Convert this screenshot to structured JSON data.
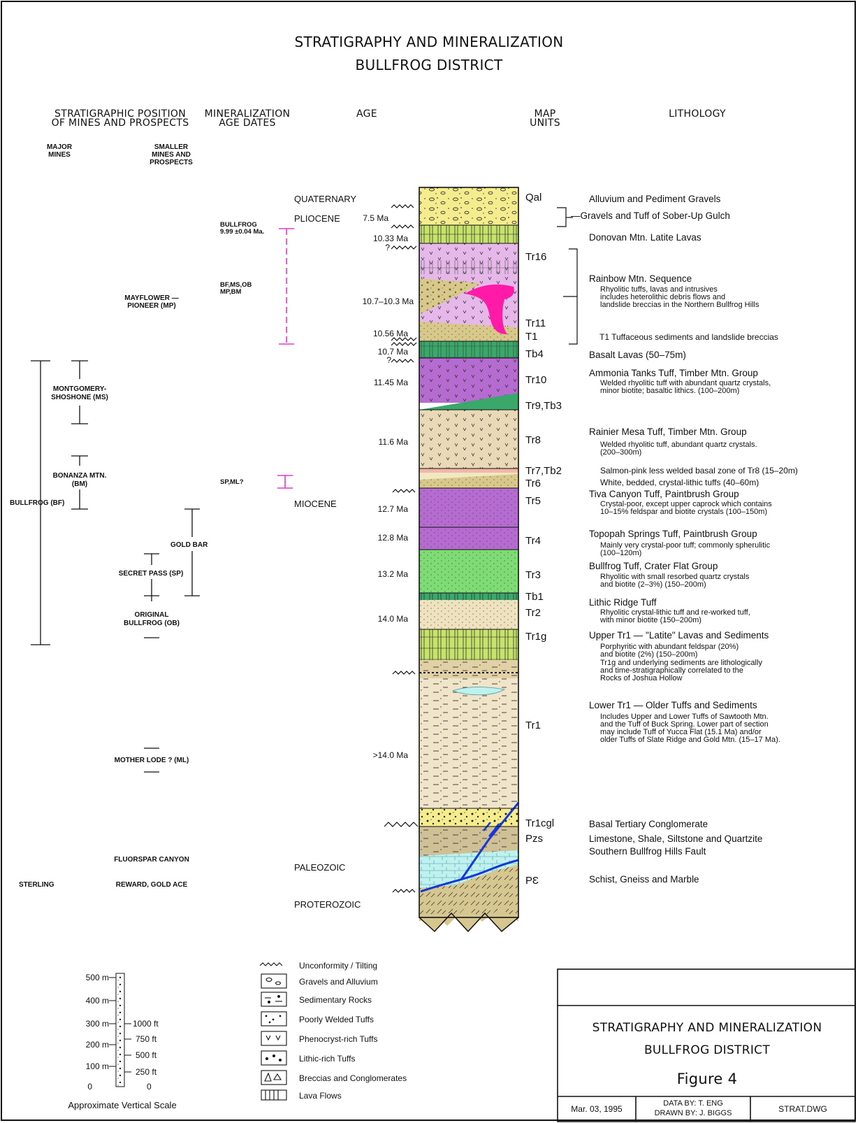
{
  "title": {
    "line1": "STRATIGRAPHY AND MINERALIZATION",
    "line2": "BULLFROG DISTRICT"
  },
  "headers": {
    "strat_position": [
      "STRATIGRAPHIC POSITION",
      "OF MINES AND PROSPECTS"
    ],
    "mineralization": [
      "MINERALIZATION",
      "AGE DATES"
    ],
    "age": "AGE",
    "map_units": [
      "MAP",
      "UNITS"
    ],
    "lithology": "LITHOLOGY",
    "major_mines": [
      "MAJOR",
      "MINES"
    ],
    "smaller_mines": [
      "SMALLER",
      "MINES AND",
      "PROSPECTS"
    ]
  },
  "major_mines": {
    "montgomery": [
      "MONTGOMERY-",
      "SHOSHONE (MS)"
    ],
    "bonanza": [
      "BONANZA MTN.",
      "(BM)"
    ],
    "bullfrog": "BULLFROG (BF)",
    "sterling": "STERLING"
  },
  "smaller_mines": {
    "mayflower": [
      "MAYFLOWER —",
      "PIONEER (MP)"
    ],
    "gold_bar": "GOLD BAR",
    "secret_pass": "SECRET PASS (SP)",
    "original": [
      "ORIGINAL",
      "BULLFROG (OB)"
    ],
    "mother_lode": "MOTHER LODE ? (ML)",
    "fluorspar": "FLUORSPAR CANYON",
    "reward": "REWARD, GOLD ACE"
  },
  "mineralization": {
    "bullfrog_date": [
      "BULLFROG",
      "9.99 ±0.04 Ma."
    ],
    "bf_group": [
      "BF,MS,OB",
      "MP,BM"
    ],
    "sp_ml": "SP,ML?"
  },
  "eras": {
    "quaternary": "QUATERNARY",
    "pliocene": "PLIOCENE",
    "miocene": "MIOCENE",
    "paleozoic": "PALEOZOIC",
    "proterozoic": "PROTEROZOIC"
  },
  "ages": {
    "a75": "7.5 Ma",
    "a1033": "10.33 Ma",
    "q1": "?",
    "a107103": "10.7–10.3 Ma",
    "a1056": "10.56 Ma",
    "a107": "10.7 Ma",
    "q2": "?",
    "a1145": "11.45 Ma",
    "a116": "11.6 Ma",
    "a127": "12.7 Ma",
    "a128": "12.8 Ma",
    "a132": "13.2 Ma",
    "a140": "14.0 Ma",
    "a140g": ">14.0 Ma"
  },
  "units": {
    "qal": "Qal",
    "tr16": "Tr16",
    "tr11": "Tr11",
    "t1": "T1",
    "tb4": "Tb4",
    "tr10": "Tr10",
    "tr9": "Tr9,Tb3",
    "tr8": "Tr8",
    "tr7": "Tr7,Tb2",
    "tr6": "Tr6",
    "tr5": "Tr5",
    "tr4": "Tr4",
    "tr3": "Tr3",
    "tb1": "Tb1",
    "tr2": "Tr2",
    "tr1g": "Tr1g",
    "tr1": "Tr1",
    "tr1cgl": "Tr1cgl",
    "pzs": "Pzs",
    "pe": "PƐ"
  },
  "lithology": {
    "alluvium": "Alluvium and Pediment Gravels",
    "gravels": "—Gravels and Tuff of Sober-Up Gulch",
    "donovan": "Donovan Mtn. Latite Lavas",
    "rainbow": "Rainbow Mtn. Sequence",
    "rainbow_sub": [
      "Rhyolitic tuffs, lavas and intrusives",
      "includes heterolithic debris flows and",
      "landslide breccias in the Northern Bullfrog Hills"
    ],
    "t1": "T1 Tuffaceous sediments and landslide breccias",
    "basalt": "Basalt Lavas (50–75m)",
    "ammonia": "Ammonia Tanks Tuff, Timber Mtn. Group",
    "ammonia_sub": [
      "Welded rhyolitic tuff with abundant quartz crystals,",
      "minor biotite; basaltic lithics. (100–200m)"
    ],
    "rainier": "Rainier Mesa Tuff, Timber Mtn. Group",
    "rainier_sub": [
      "Welded rhyolitic tuff, abundant quartz crystals.",
      "(200–300m)"
    ],
    "salmon": "Salmon-pink less welded basal zone of Tr8 (15–20m)",
    "white": "White, bedded, crystal-lithic tuffs (40–60m)",
    "tiva": "Tiva Canyon Tuff, Paintbrush Group",
    "tiva_sub": [
      "Crystal-poor, except upper caprock which contains",
      "10–15% feldspar and biotite crystals (100–150m)"
    ],
    "topopah": "Topopah Springs Tuff, Paintbrush Group",
    "topopah_sub": [
      "Mainly very crystal-poor tuff; commonly spherulitic",
      "(100–120m)"
    ],
    "bullfrog": "Bullfrog Tuff, Crater Flat Group",
    "bullfrog_sub": [
      "Rhyolitic with small resorbed quartz crystals",
      "and biotite (2–3%) (150–200m)"
    ],
    "lithic": "Lithic Ridge Tuff",
    "lithic_sub": [
      "Rhyolitic crystal-lithic tuff and re-worked tuff,",
      "with minor biotite (150–200m)"
    ],
    "upper": "Upper Tr1 — \"Latite\" Lavas and Sediments",
    "upper_sub": [
      "Porphyritic with abundant feldspar (20%)",
      "and biotite (2%) (150–200m)",
      "Tr1g and underlying sediments are lithologically",
      "and time-stratigraphically correlated to the",
      "Rocks of Joshua Hollow"
    ],
    "lower": "Lower Tr1 — Older Tuffs and Sediments",
    "lower_sub": [
      "Includes Upper and Lower Tuffs of Sawtooth Mtn.",
      "and the Tuff of Buck Spring.  Lower part of section",
      "may include Tuff of Yucca Flat (15.1 Ma) and/or",
      "older Tuffs of Slate Ridge and Gold Mtn. (15–17 Ma)."
    ],
    "basal": "Basal Tertiary Conglomerate",
    "limestone": "Limestone, Shale, Siltstone and Quartzite",
    "fault": "Southern Bullfrog Hills Fault",
    "schist": "Schist, Gneiss and Marble"
  },
  "legend": [
    "Unconformity / Tilting",
    "Gravels and Alluvium",
    "Sedimentary Rocks",
    "Poorly Welded Tuffs",
    "Phenocryst-rich Tuffs",
    "Lithic-rich Tuffs",
    "Breccias and Conglomerates",
    "Lava Flows"
  ],
  "scale": {
    "m": [
      "500 m",
      "400 m",
      "300 m",
      "200 m",
      "100 m",
      "0"
    ],
    "ft": [
      "1000 ft",
      "750 ft",
      "500 ft",
      "250 ft",
      "0"
    ],
    "label": "Approximate Vertical Scale"
  },
  "title_block": {
    "line1": "STRATIGRAPHY AND MINERALIZATION",
    "line2": "BULLFROG DISTRICT",
    "figure": "Figure 4",
    "date": "Mar. 03, 1995",
    "data_by": "DATA BY: T. ENG",
    "drawn_by": "DRAWN BY: J. BIGGS",
    "file": "STRAT.DWG"
  },
  "colors": {
    "gravel": "#f5ec8e",
    "lava": "#c6e36a",
    "rhyolite": "#e6b8ea",
    "purple": "#b56bd0",
    "green": "#7ddc73",
    "dkgreen": "#3aa86a",
    "tan": "#e9d9b6",
    "sediment": "#cfc096",
    "cyan": "#bff1ef",
    "basement": "#d6c68f",
    "intrusive": "#ff1aa8",
    "fault": "#1537d8",
    "mineralization": "#e636d4"
  }
}
